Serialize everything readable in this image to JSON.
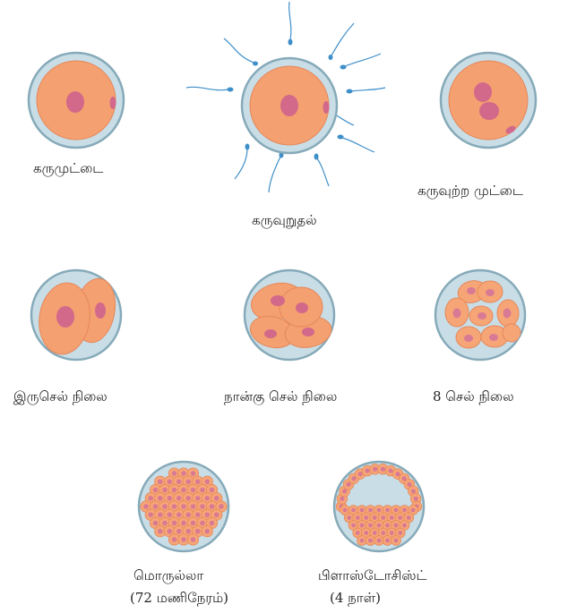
{
  "colors": {
    "zona": "#c9dde6",
    "zona_edge": "#86aab9",
    "cytoplasm": "#f4a070",
    "cytoplasm_edge": "#e5875a",
    "nucleus": "#d2688a",
    "small_cell": "#f6a676",
    "small_nucleus": "#d97a94",
    "sperm": "#3f8fc9"
  },
  "labels": {
    "oocyte": "கருமுட்டை",
    "fertilization": "கருவுறுதல்",
    "fertilized_egg": "கருவுற்ற முட்டை",
    "two_cell": "இருசெல் நிலை",
    "four_cell": "நான்கு செல் நிலை",
    "eight_cell": "8 செல் நிலை",
    "morula": "மொருல்லா",
    "morula_time": "(72 மணிநேரம்)",
    "blastocyst": "பிளாஸ்டோசிஸ்ட்",
    "blastocyst_time": "(4 நாள்)"
  }
}
